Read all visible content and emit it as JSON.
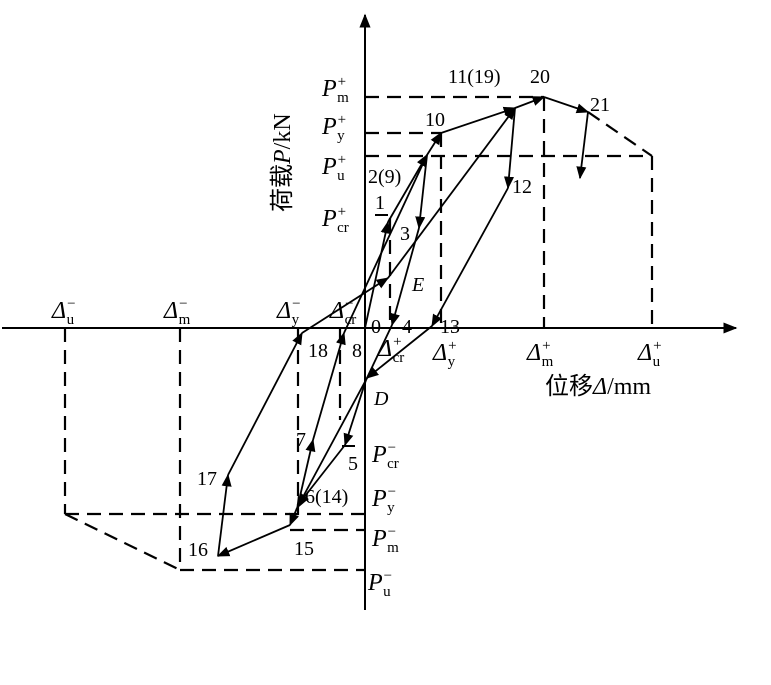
{
  "axes": {
    "y_label": {
      "prefix": "荷载",
      "var": "P",
      "unit": "/kN"
    },
    "x_label": {
      "prefix": "位移",
      "var": "Δ",
      "unit": "/mm"
    }
  },
  "load_labels": [
    {
      "id": "pm_pos",
      "main": "P",
      "sub": "m",
      "sup": "+"
    },
    {
      "id": "py_pos",
      "main": "P",
      "sub": "y",
      "sup": "+"
    },
    {
      "id": "pu_pos",
      "main": "P",
      "sub": "u",
      "sup": "+"
    },
    {
      "id": "pcr_pos",
      "main": "P",
      "sub": "cr",
      "sup": "+"
    },
    {
      "id": "pcr_neg",
      "main": "P",
      "sub": "cr",
      "sup": "−"
    },
    {
      "id": "py_neg",
      "main": "P",
      "sub": "y",
      "sup": "−"
    },
    {
      "id": "pm_neg",
      "main": "P",
      "sub": "m",
      "sup": "−"
    },
    {
      "id": "pu_neg",
      "main": "P",
      "sub": "u",
      "sup": "−"
    }
  ],
  "disp_labels": [
    {
      "id": "du_neg",
      "main": "Δ",
      "sub": "u",
      "sup": "−"
    },
    {
      "id": "dm_neg",
      "main": "Δ",
      "sub": "m",
      "sup": "−"
    },
    {
      "id": "dy_neg",
      "main": "Δ",
      "sub": "y",
      "sup": "−"
    },
    {
      "id": "dcr_neg",
      "main": "Δ",
      "sub": "cr",
      "sup": "−"
    },
    {
      "id": "dcr_pos",
      "main": "Δ",
      "sub": "cr",
      "sup": "+"
    },
    {
      "id": "dy_pos",
      "main": "Δ",
      "sub": "y",
      "sup": "+"
    },
    {
      "id": "dm_pos",
      "main": "Δ",
      "sub": "m",
      "sup": "+"
    },
    {
      "id": "du_pos",
      "main": "Δ",
      "sub": "u",
      "sup": "+"
    }
  ],
  "points": [
    "0",
    "1",
    "2(9)",
    "3",
    "4",
    "5",
    "6(14)",
    "7",
    "8",
    "10",
    "11(19)",
    "12",
    "13",
    "15",
    "16",
    "17",
    "18",
    "20",
    "21"
  ],
  "special_points": [
    "E",
    "D"
  ]
}
